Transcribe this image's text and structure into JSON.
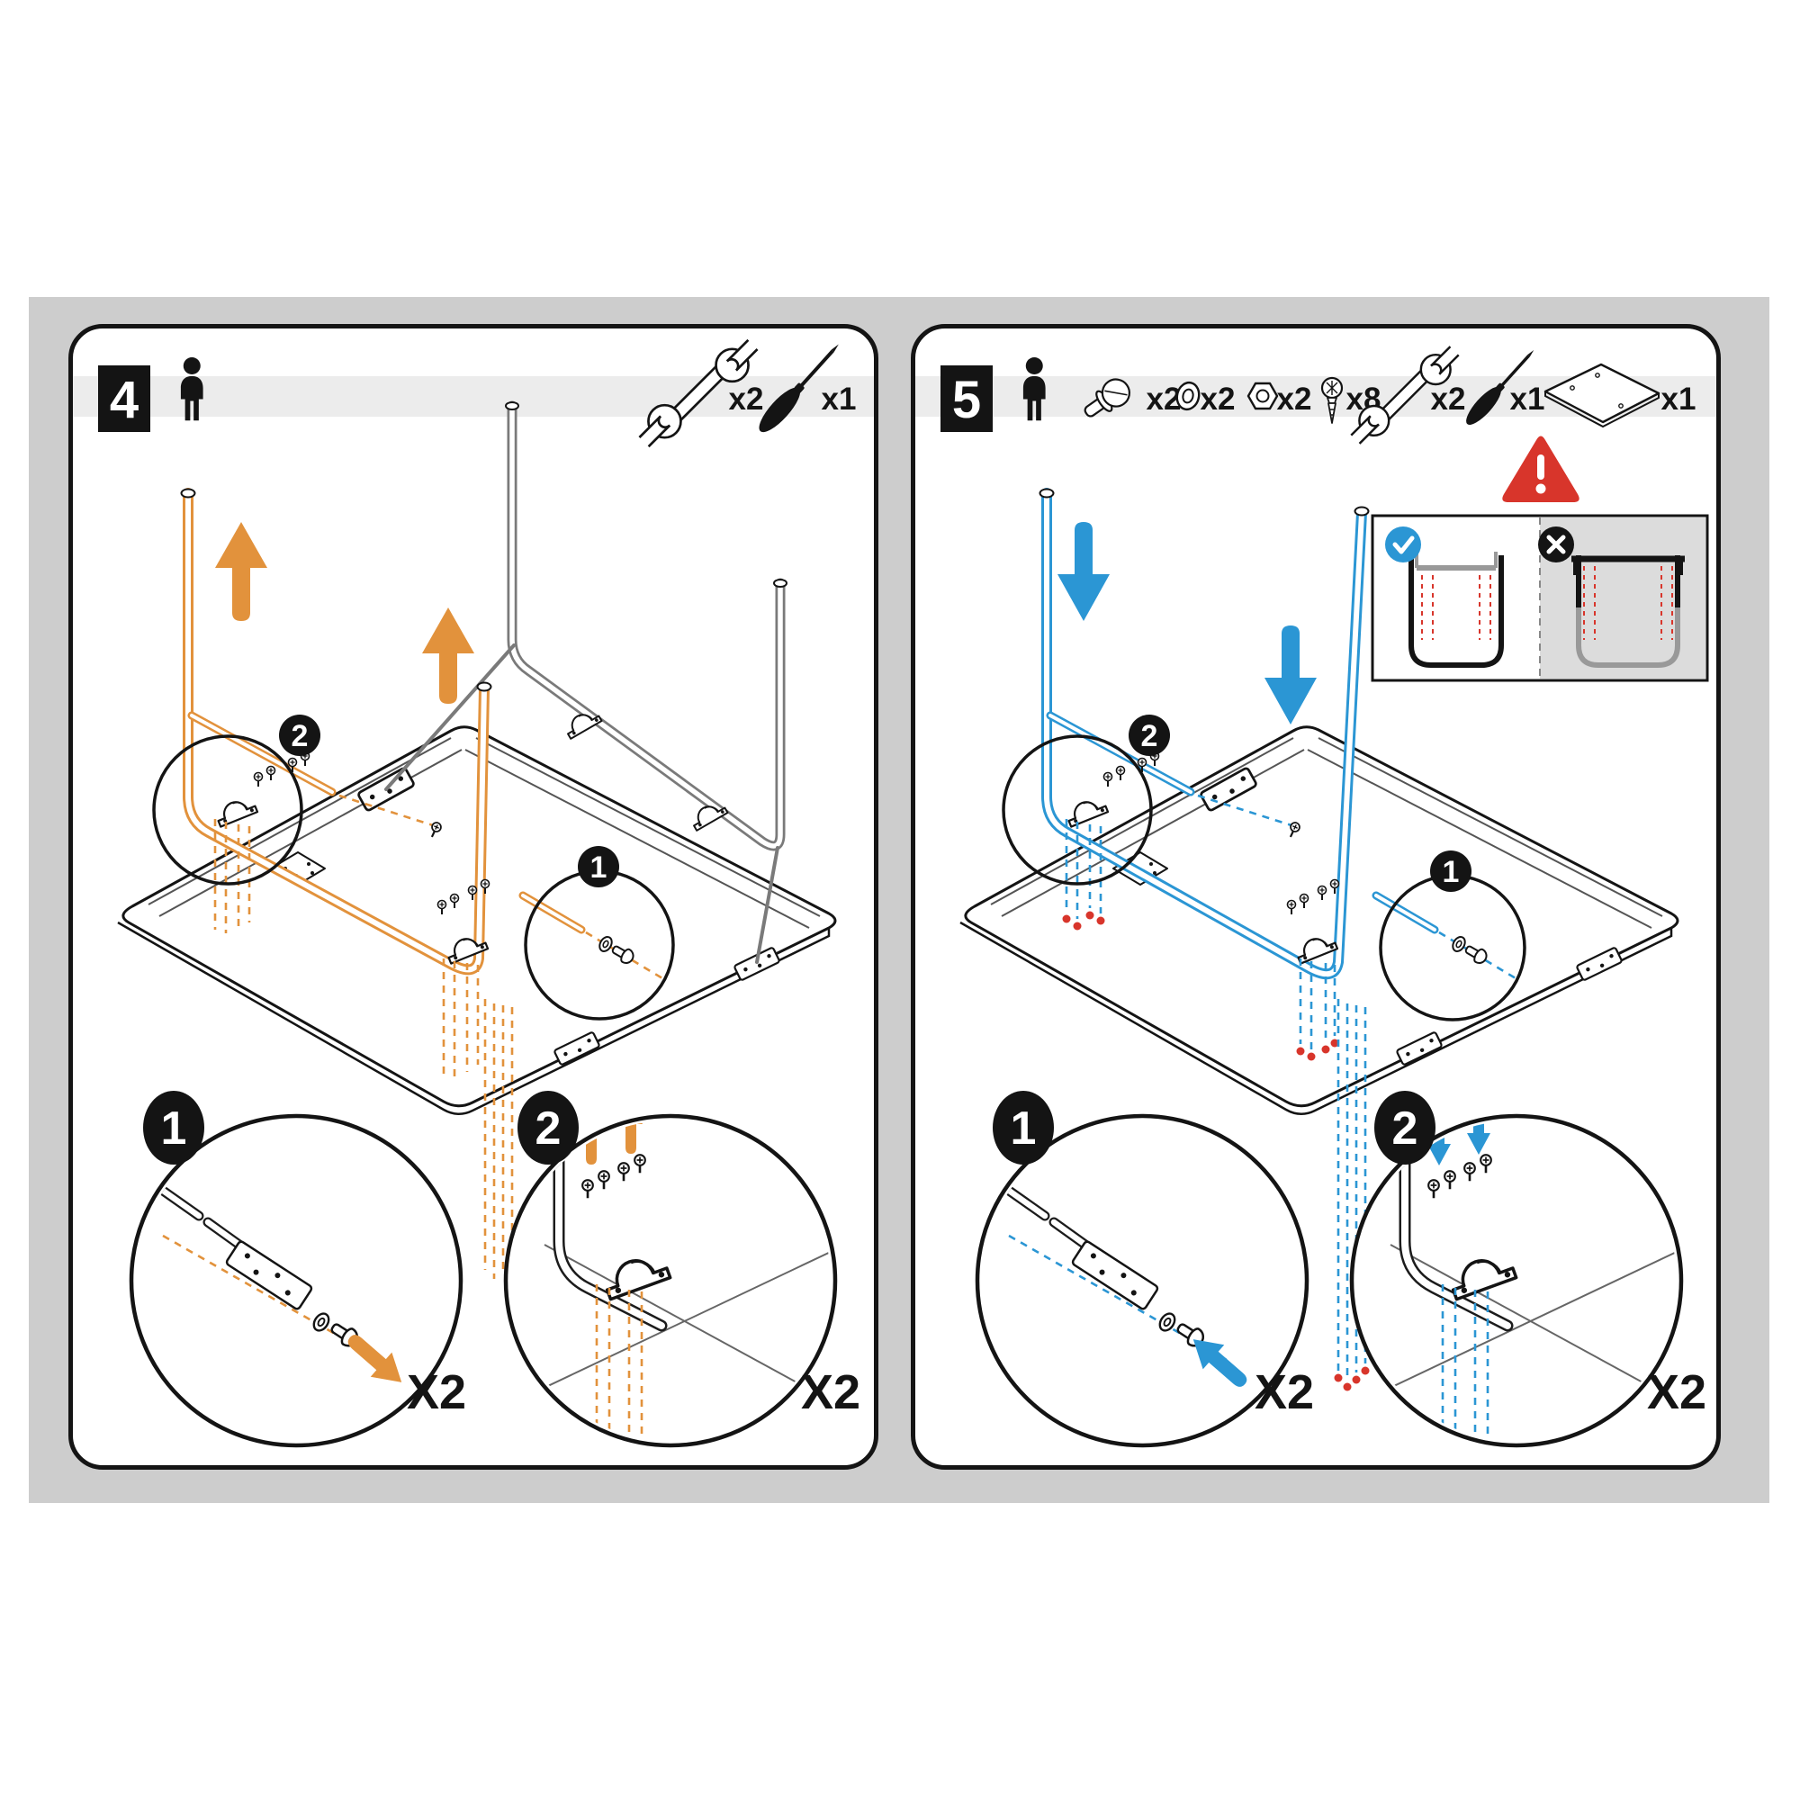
{
  "colors": {
    "orange": "#E2923C",
    "blue": "#2B96D4",
    "red": "#D8352B",
    "panel": "#CDCDCD",
    "band": "#ECECEC",
    "ink": "#141414",
    "metal": "#7A7A7A"
  },
  "step4": {
    "number": "4",
    "tools": [
      {
        "icon": "wrench-icon",
        "qty": "x2"
      },
      {
        "icon": "screwdriver-icon",
        "qty": "x1"
      }
    ],
    "callouts": {
      "one": "1",
      "two": "2"
    },
    "details": [
      {
        "number": "1",
        "repeat": "X2"
      },
      {
        "number": "2",
        "repeat": "X2"
      }
    ]
  },
  "step5": {
    "number": "5",
    "parts": [
      {
        "icon": "bolt-icon",
        "qty": "x2"
      },
      {
        "icon": "washer-icon",
        "qty": "x2"
      },
      {
        "icon": "nut-icon",
        "qty": "x2"
      },
      {
        "icon": "screw-icon",
        "qty": "x8"
      },
      {
        "icon": "wrench-icon",
        "qty": "x2"
      },
      {
        "icon": "screwdriver-icon",
        "qty": "x1"
      },
      {
        "icon": "plate-icon",
        "qty": "x1"
      }
    ],
    "callouts": {
      "one": "1",
      "two": "2"
    },
    "details": [
      {
        "number": "1",
        "repeat": "X2"
      },
      {
        "number": "2",
        "repeat": "X2"
      }
    ]
  }
}
